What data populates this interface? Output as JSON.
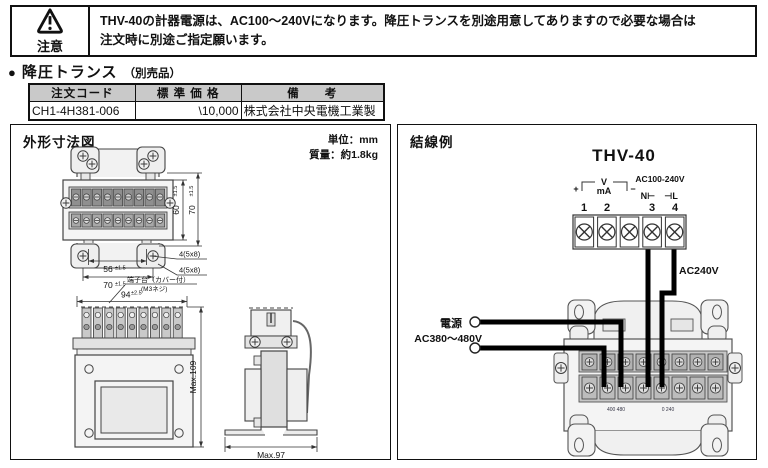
{
  "caution": {
    "label": "注意",
    "line1": "THV-40の計器電源は、AC100～240Vになります。降圧トランスを別途用意してありますので必要な場合は",
    "line2": "注文時に別途ご指定願います。"
  },
  "section": {
    "bullet": "●",
    "title": "降圧トランス",
    "note": "（別売品）"
  },
  "table": {
    "col_code": "注文コード",
    "col_price": "標 準 価 格",
    "col_remark": "備　　考",
    "code": "CH1-4H381-006",
    "price": "\\10,000",
    "remark": "株式会社中央電機工業製"
  },
  "dims": {
    "title": "外形寸法図",
    "unit": "単位：mm",
    "weight": "質量：約1.8kg",
    "d60": "60",
    "d70": "70",
    "d56": "56",
    "d70b": "70",
    "tol15": "±1.5",
    "tol25": "±2.5",
    "d94": "94",
    "hole": "4(5x8)",
    "note1": "端子台（カバー付）",
    "note2": "(M3ネジ)",
    "max109": "Max.109",
    "max97": "Max.97"
  },
  "wiring": {
    "title": "結線例",
    "model": "THV-40",
    "t1": "1",
    "t2": "2",
    "t3": "3",
    "t4": "4",
    "plus": "+",
    "v": "V",
    "ma": "mA",
    "minus": "−",
    "ac_range": "AC100-240V",
    "n": "N⊢",
    "l": "⊣L",
    "ac240": "AC240V",
    "power": "電源",
    "power_range": "AC380～480V",
    "tap_left": "400 480",
    "tap_right": "0 240"
  },
  "colors": {
    "table_header_bg": "#c9c9c9",
    "wire": "#000000",
    "line": "#444444"
  }
}
